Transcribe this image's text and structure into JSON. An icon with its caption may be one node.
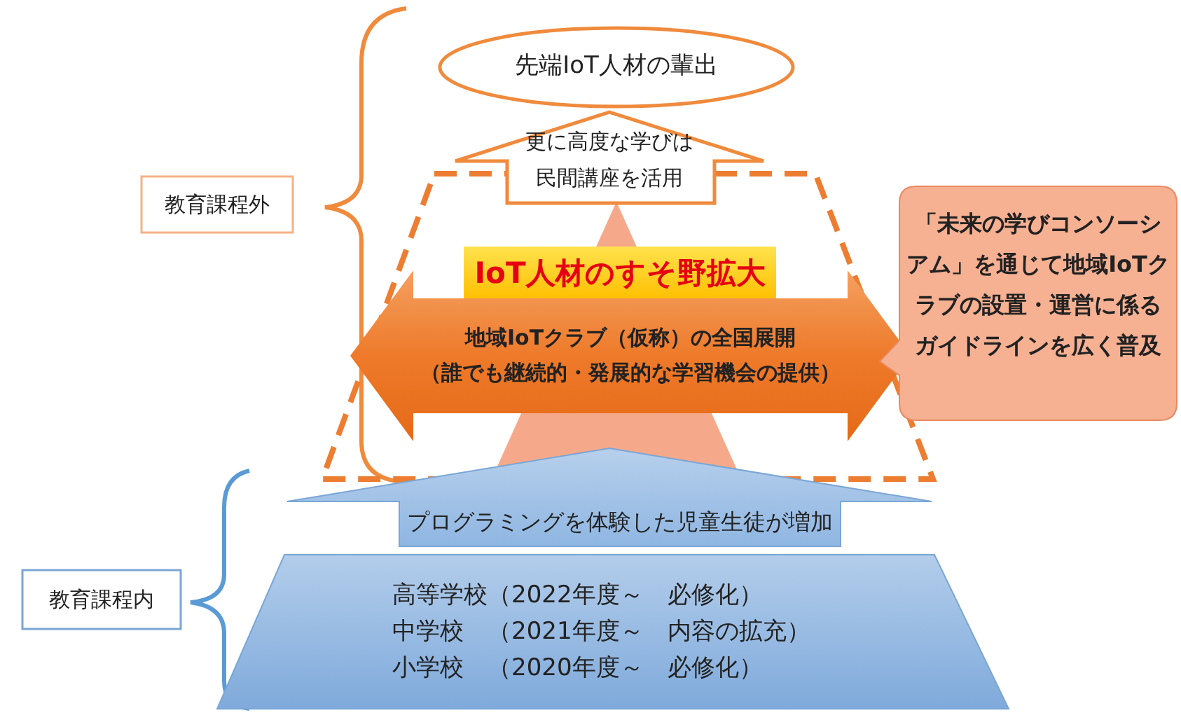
{
  "diagram": {
    "nodes": [
      {
        "text": [
          "先端IoT人材の輩出"
        ]
      },
      {
        "text": [
          "更に高度な学びは民間講座を活用"
        ]
      },
      {
        "text": [],
        "shape": "trapezoid"
      },
      {
        "text": [
          "IoT人材のすそ野拡大"
        ],
        "in": 2
      },
      {
        "text": [
          "地域IoTクラブ（仮称）の全国展開",
          "（誰でも継続的・発展的な学習機会の提供）"
        ],
        "in": 2
      },
      {
        "text": [
          "「未来の学びコンソーシアム」を通じて地域IoTクラブの設置・運営に係るガイドラインを広く普及"
        ]
      },
      {
        "text": [
          "プログラミングを体験した児童生徒が増加"
        ]
      },
      {
        "text": [
          "高等学校（2022年度～　必修化）",
          "中学校　（2021年度～　内容の拡充）",
          "小学校　（2020年度～　必修化）"
        ]
      },
      {
        "text": [
          "教育課程外"
        ]
      },
      {
        "text": [
          "教育課程内"
        ]
      }
    ]
  }
}
